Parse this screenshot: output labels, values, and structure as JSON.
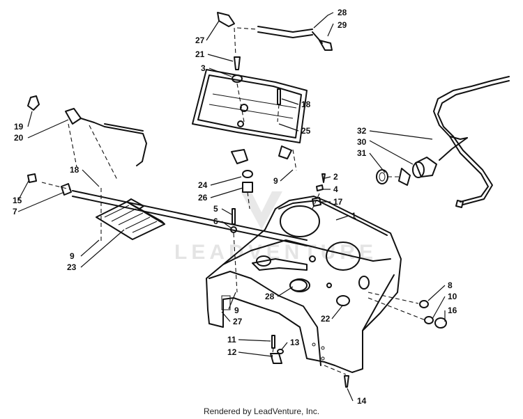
{
  "footer": "Rendered by LeadVenture, Inc.",
  "watermark": "LEADVENTURE",
  "callouts": [
    "28",
    "29",
    "27",
    "21",
    "3",
    "18",
    "25",
    "19",
    "20",
    "32",
    "30",
    "31",
    "18",
    "24",
    "26",
    "9",
    "2",
    "4",
    "17",
    "15",
    "7",
    "5",
    "6",
    "1",
    "9",
    "23",
    "28",
    "9",
    "27",
    "22",
    "8",
    "10",
    "16",
    "11",
    "13",
    "12",
    "14"
  ]
}
